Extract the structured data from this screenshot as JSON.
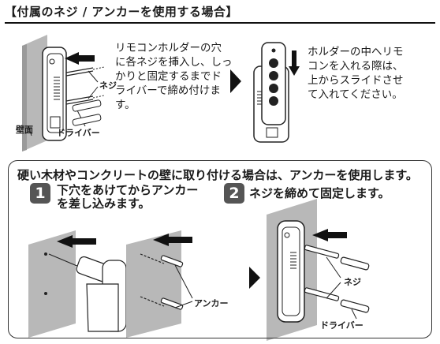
{
  "title": "【付属のネジ / アンカーを使用する場合】",
  "top_left": {
    "instruction": "リモコンホルダーの穴\nに各ネジを挿入し、しっ\nかりと固定するまでド\nライバーで締め付けま\nす。",
    "label_screw": "ネジ",
    "label_wall": "壁面",
    "label_driver": "ドライバー"
  },
  "top_right": {
    "instruction": "ホルダーの中へリモ\nコンを入れる際は、\n上からスライドさせ\nて入れてください。"
  },
  "box": {
    "heading": "硬い木材やコンクリートの壁に取り付ける場合は、アンカーを使用します。",
    "step1_num": "1",
    "step1_text": "下穴をあけてからアンカー\nを差し込みます。",
    "step2_num": "2",
    "step2_text": "ネジを締めて固定します。",
    "label_anchor": "アンカー",
    "label_screw": "ネジ",
    "label_driver": "ドライバー"
  },
  "colors": {
    "ink": "#1a1a1a",
    "wall": "#b8b8b8",
    "wall_dark": "#9a9a9a",
    "badge": "#555555"
  }
}
